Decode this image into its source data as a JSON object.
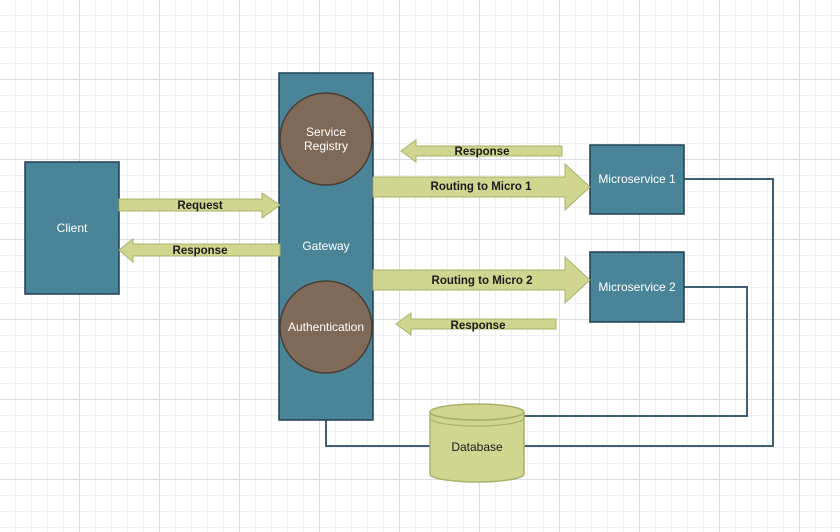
{
  "colors": {
    "box_fill": "#4a8499",
    "box_stroke": "#1e3f52",
    "circle_fill": "#7f6a59",
    "circle_stroke": "#4a3d33",
    "arrow_fill": "#d0d68f",
    "arrow_stroke": "#a9b16a",
    "db_fill": "#d0d68f",
    "db_stroke": "#a9b16a",
    "connector": "#3d5f73"
  },
  "nodes": {
    "client": "Client",
    "gateway": "Gateway",
    "service_registry": [
      "Service",
      "Registry"
    ],
    "authentication": "Authentication",
    "microservice_1": "Microservice 1",
    "microservice_2": "Microservice 2",
    "database": "Database"
  },
  "arrows": {
    "client_request": "Request",
    "client_response": "Response",
    "routing_micro_1": "Routing to Micro 1",
    "micro_1_response": "Response",
    "routing_micro_2": "Routing to Micro 2",
    "micro_2_response": "Response"
  }
}
